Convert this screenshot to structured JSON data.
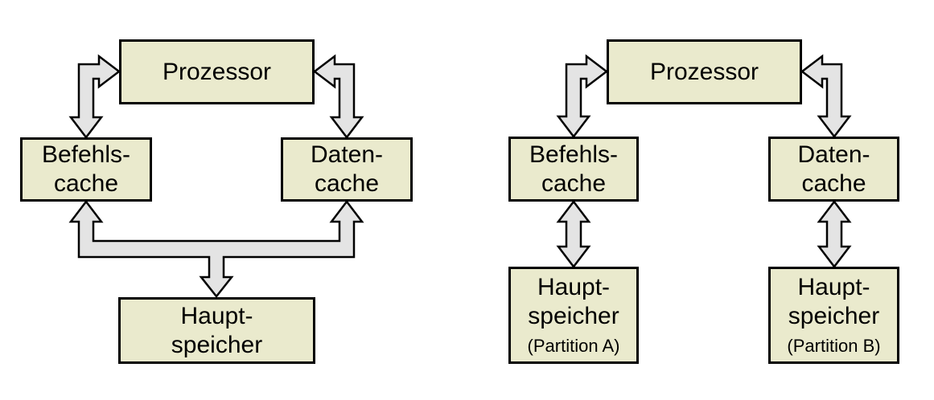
{
  "left_diagram": {
    "prozessor": {
      "label": "Prozessor"
    },
    "befehls_cache": {
      "line1": "Befehls-",
      "line2": "cache"
    },
    "daten_cache": {
      "line1": "Daten-",
      "line2": "cache"
    },
    "haupt_speicher": {
      "line1": "Haupt-",
      "line2": "speicher"
    }
  },
  "right_diagram": {
    "prozessor": {
      "label": "Prozessor"
    },
    "befehls_cache": {
      "line1": "Befehls-",
      "line2": "cache"
    },
    "daten_cache": {
      "line1": "Daten-",
      "line2": "cache"
    },
    "haupt_speicher_a": {
      "line1": "Haupt-",
      "line2": "speicher",
      "partition": "(Partition A)"
    },
    "haupt_speicher_b": {
      "line1": "Haupt-",
      "line2": "speicher",
      "partition": "(Partition B)"
    }
  },
  "connections": {
    "left_diagram": [
      {
        "from": "prozessor",
        "to": "befehls_cache",
        "style": "bidirectional-elbow-arrow"
      },
      {
        "from": "prozessor",
        "to": "daten_cache",
        "style": "bidirectional-elbow-arrow"
      },
      {
        "from": "haupt_speicher",
        "to": "befehls_cache, daten_cache",
        "style": "branching-bus-arrow"
      }
    ],
    "right_diagram": [
      {
        "from": "prozessor",
        "to": "befehls_cache",
        "style": "bidirectional-elbow-arrow"
      },
      {
        "from": "prozessor",
        "to": "daten_cache",
        "style": "bidirectional-elbow-arrow"
      },
      {
        "from": "befehls_cache",
        "to": "haupt_speicher_a",
        "style": "bidirectional-vertical-arrow"
      },
      {
        "from": "daten_cache",
        "to": "haupt_speicher_b",
        "style": "bidirectional-vertical-arrow"
      }
    ]
  },
  "colors": {
    "background": "#ffffff",
    "box_fill": "#eaeacd",
    "box_border": "#000000",
    "arrow_fill": "#e4e4e4",
    "arrow_border": "#000000",
    "text_color": "#000000"
  }
}
